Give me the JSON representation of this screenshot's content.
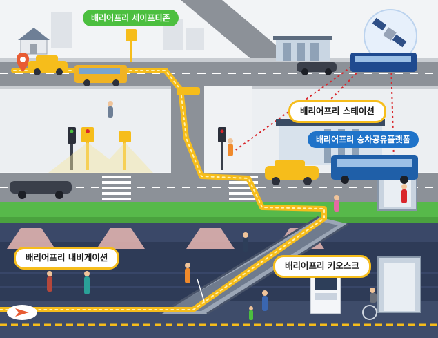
{
  "labels": {
    "safe_zone": "배리어프리 세이프티존",
    "station": "배리어프리 스테이션",
    "platform": "배리어프리 승차공유플랫폼",
    "navigation": "배리어프리 내비게이션",
    "kiosk": "배리어프리 키오스크"
  },
  "colors": {
    "safe_zone_label": "#4cbf3f",
    "platform_label": "#1f73c9",
    "path_yellow": "#f6bd1b",
    "route_dots": "#d9262b",
    "grass": "#57b94a",
    "underground": "#2e3b57",
    "road": "#8c9198"
  },
  "icons": [
    "satellite-icon",
    "location-pin-icon",
    "bus-icon",
    "taxi-icon",
    "traffic-light-icon",
    "wheelchair-icon",
    "cane-icon"
  ]
}
